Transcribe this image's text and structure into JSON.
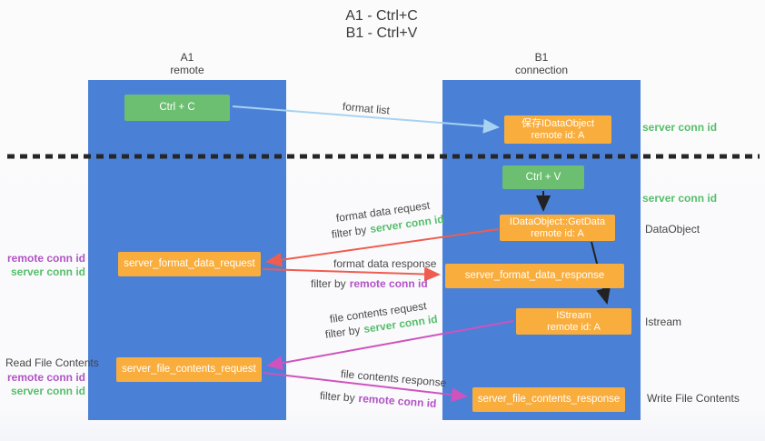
{
  "title": {
    "line1": "A1 - Ctrl+C",
    "line2": "B1 - Ctrl+V"
  },
  "lanes": {
    "left": {
      "header_top": "A1",
      "header_bottom": "remote"
    },
    "right": {
      "header_top": "B1",
      "header_bottom": "connection"
    }
  },
  "nodes": {
    "ctrl_c": {
      "label": "Ctrl + C"
    },
    "ctrl_v": {
      "label": "Ctrl + V"
    },
    "save_dataobject": {
      "line1": "保存IDataObject",
      "line2": "remote id: A"
    },
    "getdata": {
      "line1": "IDataObject::GetData",
      "line2": "remote id: A"
    },
    "istream": {
      "line1": "IStream",
      "line2": "remote id: A"
    },
    "format_data_request": {
      "label": "server_format_data_request"
    },
    "format_data_response": {
      "label": "server_format_data_response"
    },
    "file_contents_request": {
      "label": "server_file_contents_request"
    },
    "file_contents_response": {
      "label": "server_file_contents_response"
    }
  },
  "edge_labels": {
    "format_list": "format list",
    "format_data_request": "format data request",
    "format_data_response": "format data response",
    "file_contents_request": "file contents request",
    "file_contents_response": "file contents response",
    "filter_prefix": "filter by",
    "server_conn_id": "server conn id",
    "remote_conn_id": "remote conn id"
  },
  "annotations": {
    "right_server_conn_id_1": "server conn id",
    "right_server_conn_id_2": "server conn id",
    "dataobject": "DataObject",
    "istream": "Istream",
    "write_file_contents": "Write File Contents",
    "read_file_contents": "Read File Contents",
    "left_remote_conn_id_1": "remote conn id",
    "left_server_conn_id_1": "server conn id",
    "left_remote_conn_id_2": "remote conn id",
    "left_server_conn_id_2": "server conn id"
  },
  "colors": {
    "lane_blue": "#4a80d6",
    "node_green": "#6cbe71",
    "node_orange": "#f9ad3d",
    "conn_id_green": "#56be6a",
    "conn_id_purple": "#b153c5",
    "arrow_red": "#ee5d50",
    "arrow_magenta": "#ce53be",
    "arrow_light_blue": "#a8d2f2",
    "arrow_black": "#222222"
  }
}
